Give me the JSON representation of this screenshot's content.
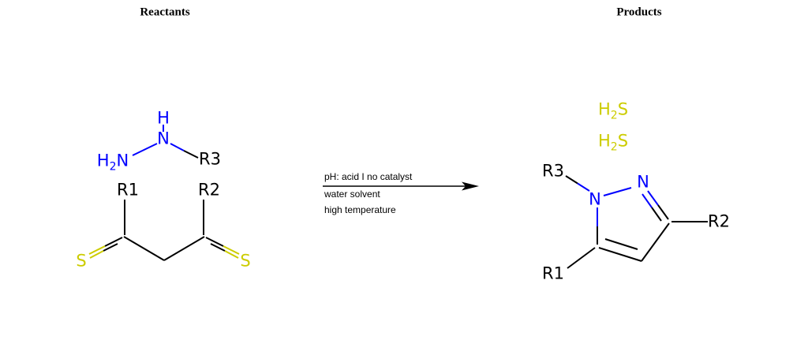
{
  "colors": {
    "nitrogen_blue": "#0000ff",
    "sulfur_yellow": "#cccc00",
    "bond_black": "#000000",
    "background": "#ffffff"
  },
  "headers": {
    "reactants": "Reactants",
    "products": "Products"
  },
  "arrow": {
    "conditions": [
      "pH: acid I no catalyst",
      "water solvent",
      "high temperature"
    ]
  },
  "reactants": {
    "hydrazine": {
      "h_label": "H",
      "n_label": "N",
      "h2n": {
        "pre": "H",
        "sub": "2",
        "post": "N"
      },
      "r3_label": "R3"
    },
    "dithione": {
      "r1_label": "R1",
      "r2_label": "R2",
      "s_left_label": "S",
      "s_right_label": "S"
    }
  },
  "products": {
    "h2s_first": {
      "pre": "H",
      "sub": "2",
      "post": "S"
    },
    "h2s_second": {
      "pre": "H",
      "sub": "2",
      "post": "S"
    },
    "pyrazole": {
      "n1_label": "N",
      "n2_label": "N",
      "r1_label": "R1",
      "r2_label": "R2",
      "r3_label": "R3"
    }
  }
}
